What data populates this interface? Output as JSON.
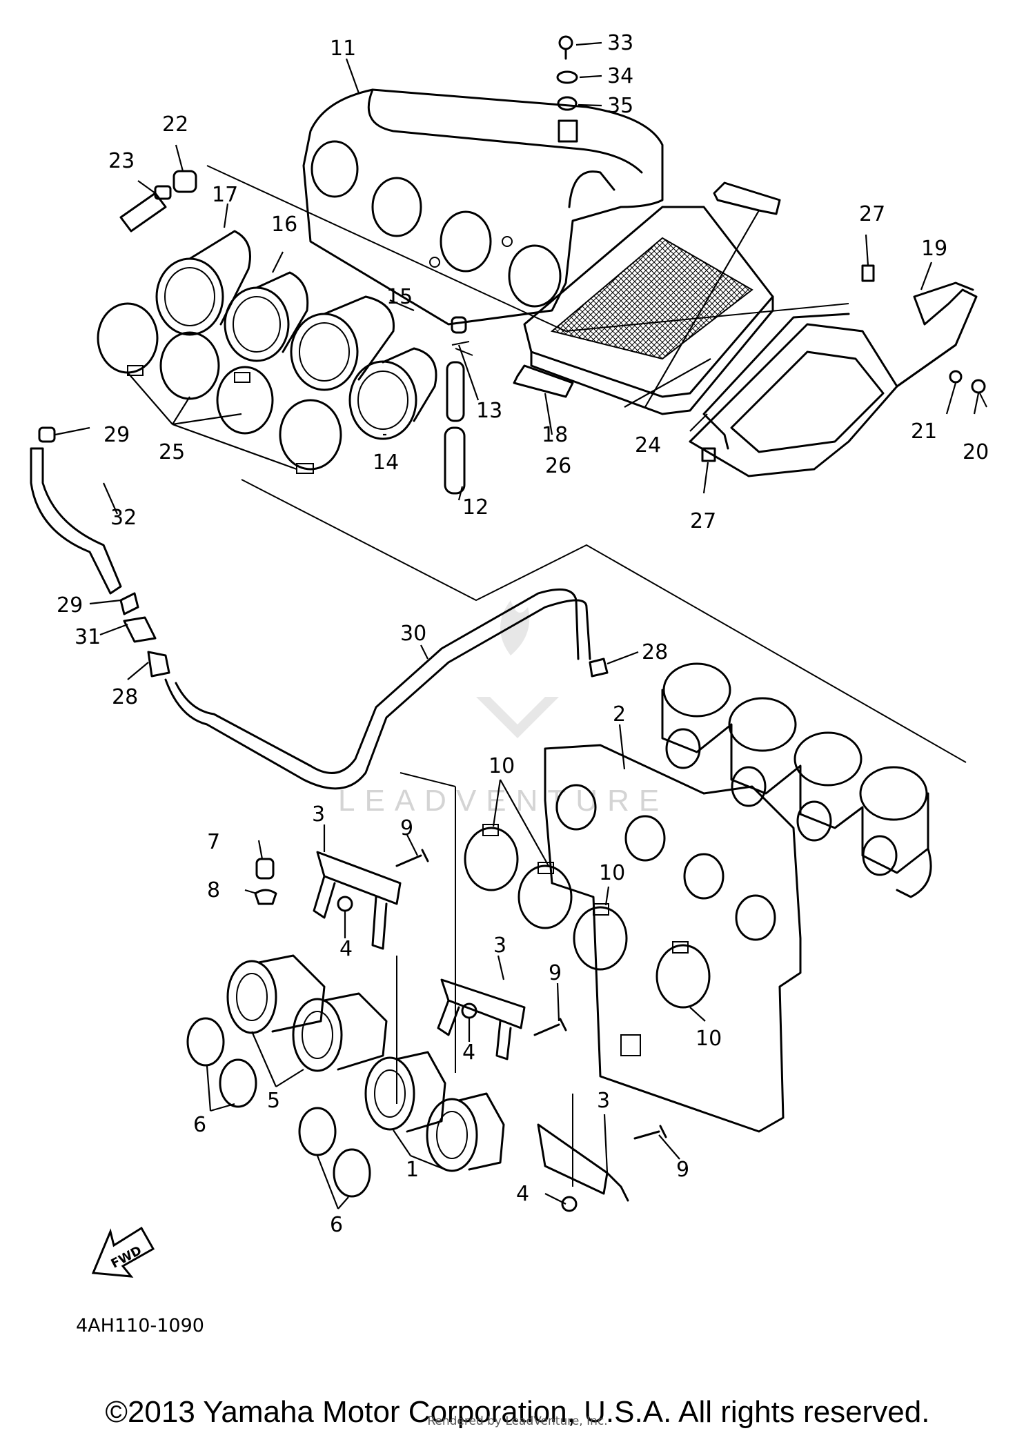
{
  "diagram": {
    "code": "4AH110-1090",
    "copyright": "©2013 Yamaha Motor Corporation, U.S.A. All rights reserved.",
    "rendered_by": "Rendered by LeadVenture, Inc.",
    "watermark": "LEADVENTURE",
    "fwd_label": "FWD"
  },
  "callouts": [
    "1",
    "2",
    "3",
    "4",
    "5",
    "6",
    "7",
    "8",
    "9",
    "10",
    "11",
    "12",
    "13",
    "14",
    "15",
    "16",
    "17",
    "18",
    "19",
    "20",
    "21",
    "22",
    "23",
    "24",
    "25",
    "26",
    "27",
    "28",
    "29",
    "30",
    "31",
    "32",
    "33",
    "34",
    "35"
  ]
}
